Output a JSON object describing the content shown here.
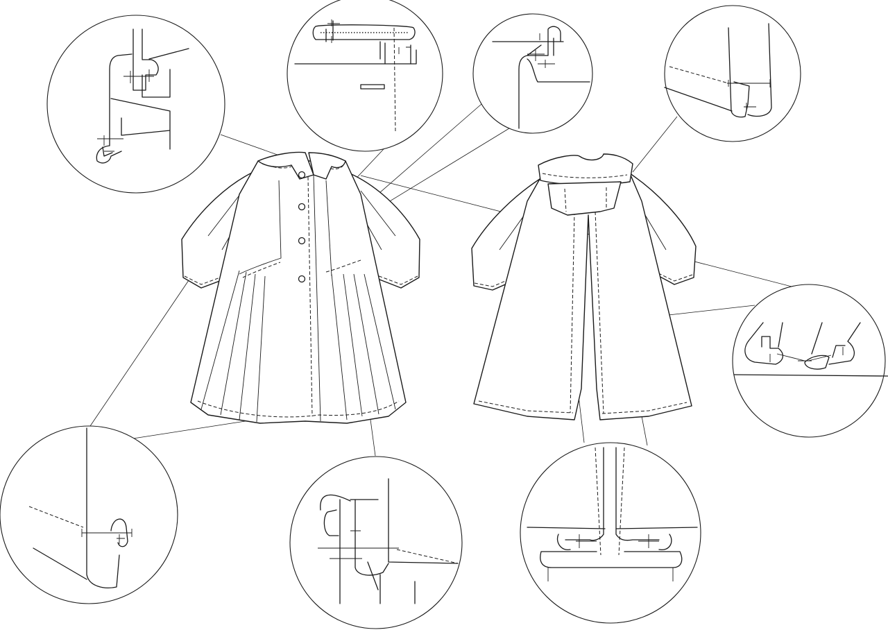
{
  "diagram": {
    "kind": "garment-construction-technical-drawing",
    "views": [
      "front-view",
      "back-view"
    ],
    "colors": {
      "line": "#1a1a1a",
      "background": "#ffffff"
    },
    "detail_callouts": [
      "collar-seam-detail",
      "front-facing-detail",
      "shoulder-seam-detail",
      "sleeve-hem-detail",
      "back-vent-seam-detail",
      "hem-corner-detail",
      "pleat-seam-detail",
      "back-vent-hem-detail"
    ]
  }
}
